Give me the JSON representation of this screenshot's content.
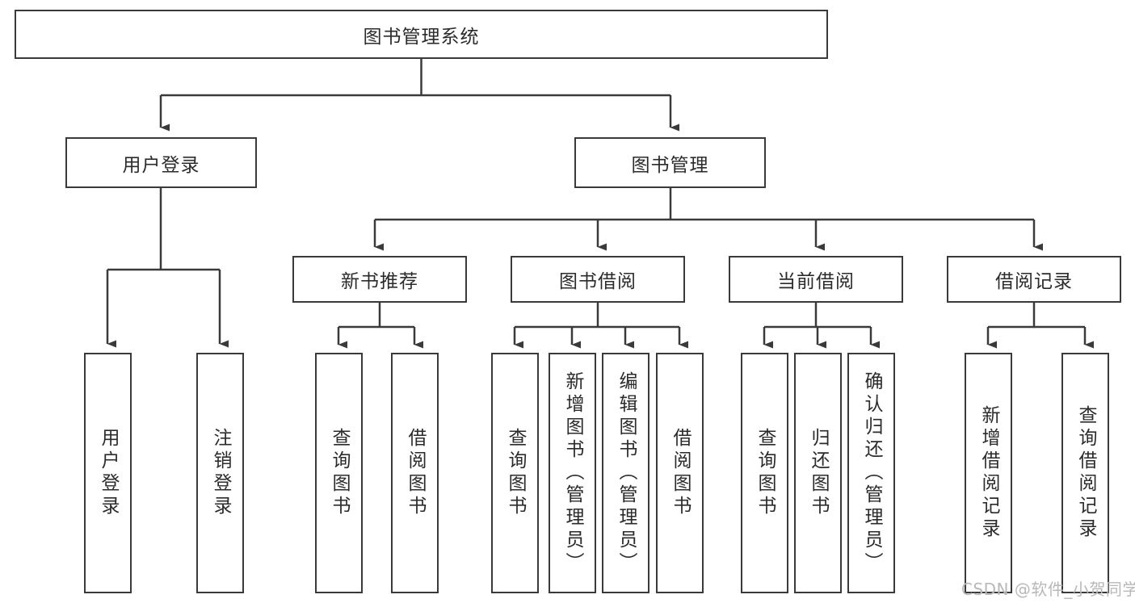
{
  "diagram": {
    "type": "hierarchy-tree",
    "title": "图书管理系统",
    "colors": {
      "box_border": "#3a3a3a",
      "box_fill": "#ffffff",
      "connector": "#3a3a3a",
      "text": "#2b2b2b",
      "watermark": "#b8b8b8",
      "background": "#ffffff"
    },
    "nodes": {
      "root": {
        "label": "图书管理系统",
        "orientation": "horizontal"
      },
      "level2": [
        {
          "label": "用户登录",
          "orientation": "horizontal"
        },
        {
          "label": "图书管理",
          "orientation": "horizontal"
        }
      ],
      "level3": [
        {
          "label": "新书推荐",
          "orientation": "horizontal"
        },
        {
          "label": "图书借阅",
          "orientation": "horizontal"
        },
        {
          "label": "当前借阅",
          "orientation": "horizontal"
        },
        {
          "label": "借阅记录",
          "orientation": "horizontal"
        }
      ],
      "leaves_user_login": [
        {
          "label": "用户登录",
          "orientation": "vertical"
        },
        {
          "label": "注销登录",
          "orientation": "vertical"
        }
      ],
      "leaves_new_book": [
        {
          "label": "查询图书",
          "orientation": "vertical"
        },
        {
          "label": "借阅图书",
          "orientation": "vertical"
        }
      ],
      "leaves_borrow": [
        {
          "label": "查询图书",
          "orientation": "vertical"
        },
        {
          "label": "新增图书（管理员）",
          "orientation": "vertical"
        },
        {
          "label": "编辑图书（管理员）",
          "orientation": "vertical"
        },
        {
          "label": "借阅图书",
          "orientation": "vertical"
        }
      ],
      "leaves_current": [
        {
          "label": "查询图书",
          "orientation": "vertical"
        },
        {
          "label": "归还图书",
          "orientation": "vertical"
        },
        {
          "label": "确认归还（管理员）",
          "orientation": "vertical"
        }
      ],
      "leaves_records": [
        {
          "label": "新增借阅记录",
          "orientation": "vertical"
        },
        {
          "label": "查询借阅记录",
          "orientation": "vertical"
        }
      ]
    },
    "watermark": "CSDN @软件_小贺同学"
  }
}
